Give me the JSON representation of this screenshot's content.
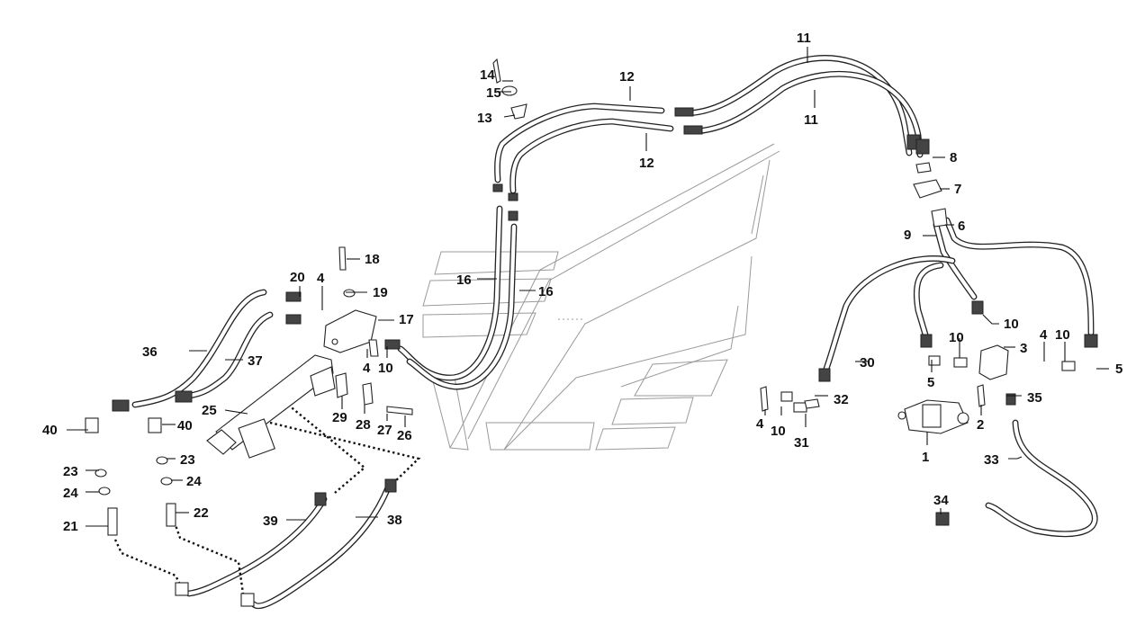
{
  "diagram": {
    "callouts": [
      {
        "id": "c-1",
        "label": "1"
      },
      {
        "id": "c-2",
        "label": "2"
      },
      {
        "id": "c-3",
        "label": "3"
      },
      {
        "id": "c-4a",
        "label": "4"
      },
      {
        "id": "c-4b",
        "label": "4"
      },
      {
        "id": "c-4c",
        "label": "4"
      },
      {
        "id": "c-4d",
        "label": "4"
      },
      {
        "id": "c-5a",
        "label": "5"
      },
      {
        "id": "c-5b",
        "label": "5"
      },
      {
        "id": "c-6",
        "label": "6"
      },
      {
        "id": "c-7",
        "label": "7"
      },
      {
        "id": "c-8",
        "label": "8"
      },
      {
        "id": "c-9",
        "label": "9"
      },
      {
        "id": "c-10a",
        "label": "10"
      },
      {
        "id": "c-10b",
        "label": "10"
      },
      {
        "id": "c-10c",
        "label": "10"
      },
      {
        "id": "c-10d",
        "label": "10"
      },
      {
        "id": "c-10e",
        "label": "10"
      },
      {
        "id": "c-11a",
        "label": "11"
      },
      {
        "id": "c-11b",
        "label": "11"
      },
      {
        "id": "c-12a",
        "label": "12"
      },
      {
        "id": "c-12b",
        "label": "12"
      },
      {
        "id": "c-13",
        "label": "13"
      },
      {
        "id": "c-14",
        "label": "14"
      },
      {
        "id": "c-15",
        "label": "15"
      },
      {
        "id": "c-16a",
        "label": "16"
      },
      {
        "id": "c-16b",
        "label": "16"
      },
      {
        "id": "c-17",
        "label": "17"
      },
      {
        "id": "c-18",
        "label": "18"
      },
      {
        "id": "c-19",
        "label": "19"
      },
      {
        "id": "c-20",
        "label": "20"
      },
      {
        "id": "c-21",
        "label": "21"
      },
      {
        "id": "c-22",
        "label": "22"
      },
      {
        "id": "c-23a",
        "label": "23"
      },
      {
        "id": "c-23b",
        "label": "23"
      },
      {
        "id": "c-24a",
        "label": "24"
      },
      {
        "id": "c-24b",
        "label": "24"
      },
      {
        "id": "c-25",
        "label": "25"
      },
      {
        "id": "c-26",
        "label": "26"
      },
      {
        "id": "c-27",
        "label": "27"
      },
      {
        "id": "c-28",
        "label": "28"
      },
      {
        "id": "c-29",
        "label": "29"
      },
      {
        "id": "c-30",
        "label": "30"
      },
      {
        "id": "c-31",
        "label": "31"
      },
      {
        "id": "c-32",
        "label": "32"
      },
      {
        "id": "c-33",
        "label": "33"
      },
      {
        "id": "c-34",
        "label": "34"
      },
      {
        "id": "c-35",
        "label": "35"
      },
      {
        "id": "c-36",
        "label": "36"
      },
      {
        "id": "c-37",
        "label": "37"
      },
      {
        "id": "c-38",
        "label": "38"
      },
      {
        "id": "c-39",
        "label": "39"
      },
      {
        "id": "c-40a",
        "label": "40"
      },
      {
        "id": "c-40b",
        "label": "40"
      }
    ]
  }
}
